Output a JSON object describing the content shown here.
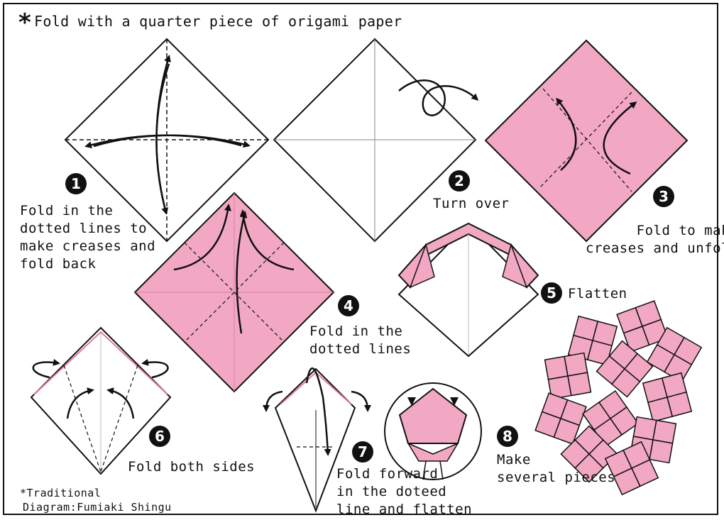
{
  "title": "Fold with a quarter piece of origami paper",
  "title_mark": "*",
  "colors": {
    "paper_pink": "#f2a8c3",
    "paper_white": "#ffffff",
    "line": "#111111",
    "crease": "#e07aa0"
  },
  "steps": [
    {
      "number": "1",
      "text": "Fold in the\ndotted lines to\nmake creases and\nfold back"
    },
    {
      "number": "2",
      "text": "Turn over"
    },
    {
      "number": "3",
      "text": "Fold to make\ncreases and unfold"
    },
    {
      "number": "4",
      "text": "Fold in the\ndotted lines"
    },
    {
      "number": "5",
      "text": "Flatten"
    },
    {
      "number": "6",
      "text": "Fold both sides"
    },
    {
      "number": "7",
      "text": "Fold forward\nin the doteed\nline and flatten"
    },
    {
      "number": "8",
      "text": "Make\nseveral pieces"
    }
  ],
  "credit": {
    "line1": "*Traditional",
    "line2": "Diagram:Fumiaki Shingu"
  },
  "icons": [
    "arrow-icon",
    "turn-over-icon",
    "tiled-squares-icon"
  ]
}
